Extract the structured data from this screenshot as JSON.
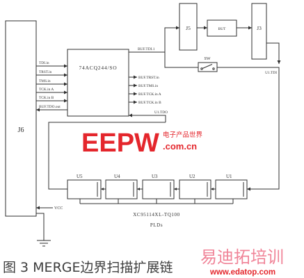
{
  "connectors": {
    "j6": "J6",
    "j5": "J5",
    "j3": "J3"
  },
  "buffer": {
    "name": "74ACQ244/SO",
    "inputs": [
      "TDI.in",
      "TRST.in",
      "TMS.in",
      "TCK.in A",
      "TCK.in B",
      "BUF.TDO.out"
    ],
    "outputs": [
      "BUF.TRST.in",
      "BUF.TMS.in",
      "BUF.TCK.in A",
      "BUF.TCK.in B"
    ],
    "tdi_out": "BUF.TDI.1"
  },
  "but": "BUT",
  "switch": "SW",
  "nets": {
    "u1_tdi": "U1.TDI",
    "u1_tdo": "U1.TDO",
    "vcc": "VCC"
  },
  "plds": {
    "devices": [
      "U5",
      "U4",
      "U3",
      "U2",
      "U1"
    ],
    "part": "XC95114XL-TQ100",
    "label": "PLDs"
  },
  "caption": "图 3 MERGE边界扫描扩展链",
  "watermarks": {
    "eepw": "EEPW",
    "eepw_cn": "电子产品世界",
    "eepw_domain": ".com.cn",
    "edatop_cn": "易迪拓培训",
    "edatop_url": "www.edatop.com"
  },
  "colors": {
    "line": "#2f2f2f",
    "watermark_red": "#e4262c",
    "watermark_pink": "#ee6f87",
    "caption": "#3c3c3c",
    "background": "#ffffff"
  }
}
